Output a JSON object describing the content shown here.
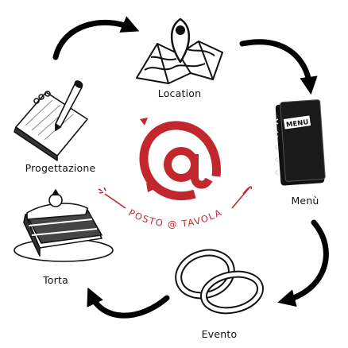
{
  "logo": {
    "text": "POSTO @ TAVOLA",
    "symbol": "@",
    "color": "#c1272d"
  },
  "cycle": [
    {
      "id": "location",
      "label": "Location",
      "icon": "map-pin-icon"
    },
    {
      "id": "menu",
      "label": "Menù",
      "icon": "menu-book-icon"
    },
    {
      "id": "evento",
      "label": "Evento",
      "icon": "wedding-rings-icon"
    },
    {
      "id": "torta",
      "label": "Torta",
      "icon": "layer-cake-icon"
    },
    {
      "id": "progettazione",
      "label": "Progettazione",
      "icon": "notepad-pencil-icon"
    }
  ],
  "arrow_color": "#000000",
  "arrow_direction": "clockwise"
}
